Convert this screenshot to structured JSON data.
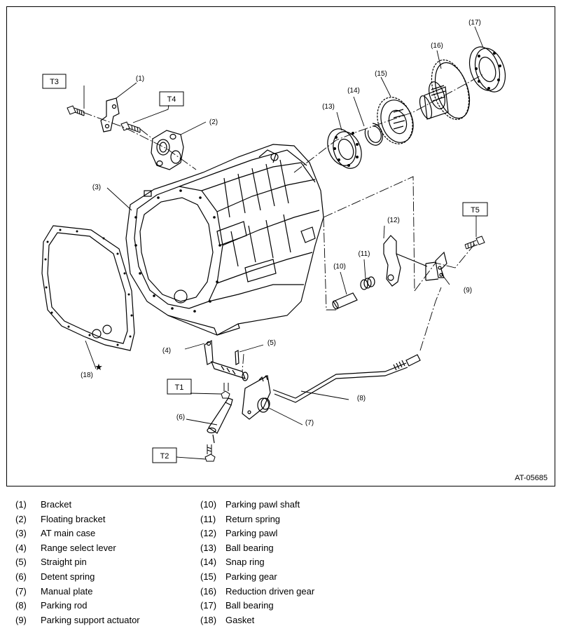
{
  "figure": {
    "code": "AT-05685",
    "star_symbol": "★",
    "torque_boxes": [
      "T1",
      "T2",
      "T3",
      "T4",
      "T5"
    ],
    "callouts": [
      "(1)",
      "(2)",
      "(3)",
      "(4)",
      "(5)",
      "(6)",
      "(7)",
      "(8)",
      "(9)",
      "(10)",
      "(11)",
      "(12)",
      "(13)",
      "(14)",
      "(15)",
      "(16)",
      "(17)",
      "(18)"
    ]
  },
  "legend": [
    {
      "num": "(1)",
      "name": "Bracket"
    },
    {
      "num": "(2)",
      "name": "Floating bracket"
    },
    {
      "num": "(3)",
      "name": "AT main case"
    },
    {
      "num": "(4)",
      "name": "Range select lever"
    },
    {
      "num": "(5)",
      "name": "Straight pin"
    },
    {
      "num": "(6)",
      "name": "Detent spring"
    },
    {
      "num": "(7)",
      "name": "Manual plate"
    },
    {
      "num": "(8)",
      "name": "Parking rod"
    },
    {
      "num": "(9)",
      "name": "Parking support actuator"
    },
    {
      "num": "(10)",
      "name": "Parking pawl shaft"
    },
    {
      "num": "(11)",
      "name": "Return spring"
    },
    {
      "num": "(12)",
      "name": "Parking pawl"
    },
    {
      "num": "(13)",
      "name": "Ball bearing"
    },
    {
      "num": "(14)",
      "name": "Snap ring"
    },
    {
      "num": "(15)",
      "name": "Parking gear"
    },
    {
      "num": "(16)",
      "name": "Reduction driven gear"
    },
    {
      "num": "(17)",
      "name": "Ball bearing"
    },
    {
      "num": "(18)",
      "name": "Gasket"
    }
  ]
}
